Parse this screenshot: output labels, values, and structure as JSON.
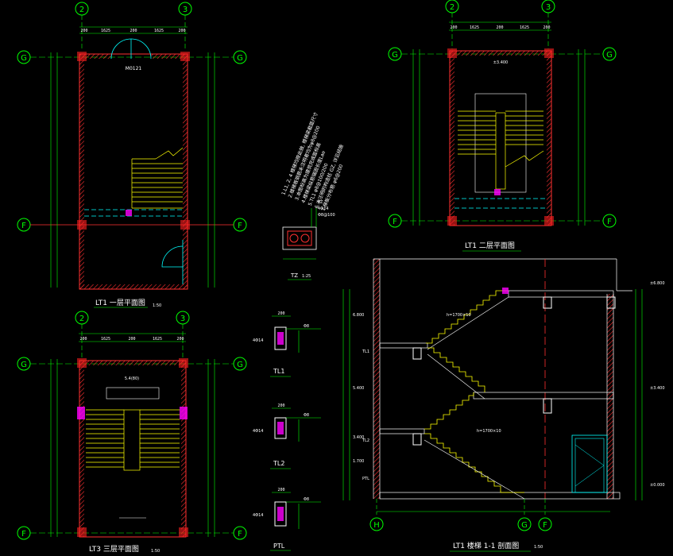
{
  "colors": {
    "background": "#000000",
    "axis": "#00ff00",
    "wall": "#ff3030",
    "wall_fill": "#ff2020",
    "stair": "#ffff00",
    "text": "#ffffff",
    "dim": "#00ff00",
    "beam": "#ff00ff",
    "door": "#00ffff"
  },
  "plan1": {
    "axis_left": "2",
    "axis_right": "3",
    "axis_top": "G",
    "axis_bottom": "F",
    "room_label": "M0121",
    "title": "LT1 一层平面图",
    "scale": "1:50",
    "dims_top": [
      "200",
      "1625",
      "200",
      "1625",
      "200"
    ]
  },
  "plan2": {
    "axis_left": "2",
    "axis_right": "3",
    "axis_top": "G",
    "axis_bottom": "F",
    "top_label": "±3.400",
    "title": "LT1 二层平面图",
    "dims_top": [
      "200",
      "1625",
      "200",
      "1625",
      "200"
    ]
  },
  "plan3": {
    "axis_left": "2",
    "axis_right": "3",
    "axis_top": "G",
    "axis_bottom": "F",
    "level_label": "5.4(80)",
    "title": "LT3 三层平面图",
    "scale": "1:50",
    "dims_top": [
      "200",
      "1625",
      "200",
      "1625",
      "200"
    ]
  },
  "notes": [
    "1.L1, 2, 4 楼梯均按此做, 楼梯梁截面尺寸",
    "2.楼梯板钢筋未注明者均为φ8@200",
    "3.本图标高为建筑完成面标高",
    "4.楼梯梁纵筋锚固长度Lae",
    "5.TL1 φ8@100/200",
    "6.未注明的构造柱 GZ, 详见结施",
    "7.梯板分布筋 φ6@200"
  ],
  "column_section": {
    "label": "TZ",
    "scale": "1:25",
    "callouts": [
      "TZ",
      "4Φ14",
      "Φ8@100"
    ]
  },
  "beams": [
    {
      "label": "TL1",
      "width": "200",
      "callout": "4Φ14",
      "stirrup": "Φ8"
    },
    {
      "label": "TL2",
      "width": "200",
      "callout": "4Φ14",
      "stirrup": "Φ8"
    },
    {
      "label": "PTL",
      "width": "200",
      "callout": "4Φ14",
      "stirrup": "Φ8"
    }
  ],
  "section": {
    "title": "LT1 楼梯 1-1 剖面图",
    "scale": "1:50",
    "axis_left": "H",
    "axis_mid": "G",
    "axis_right": "F",
    "elevations_left": [
      "6.800",
      "5.400",
      "3.400",
      "1.700"
    ],
    "elevations_right": [
      "±6.800",
      "±3.400",
      "±0.000"
    ],
    "flight_labels": [
      "h=1700×10",
      "h=1700×10"
    ],
    "beam_tags": [
      "TL1",
      "TL2",
      "PTL"
    ]
  }
}
